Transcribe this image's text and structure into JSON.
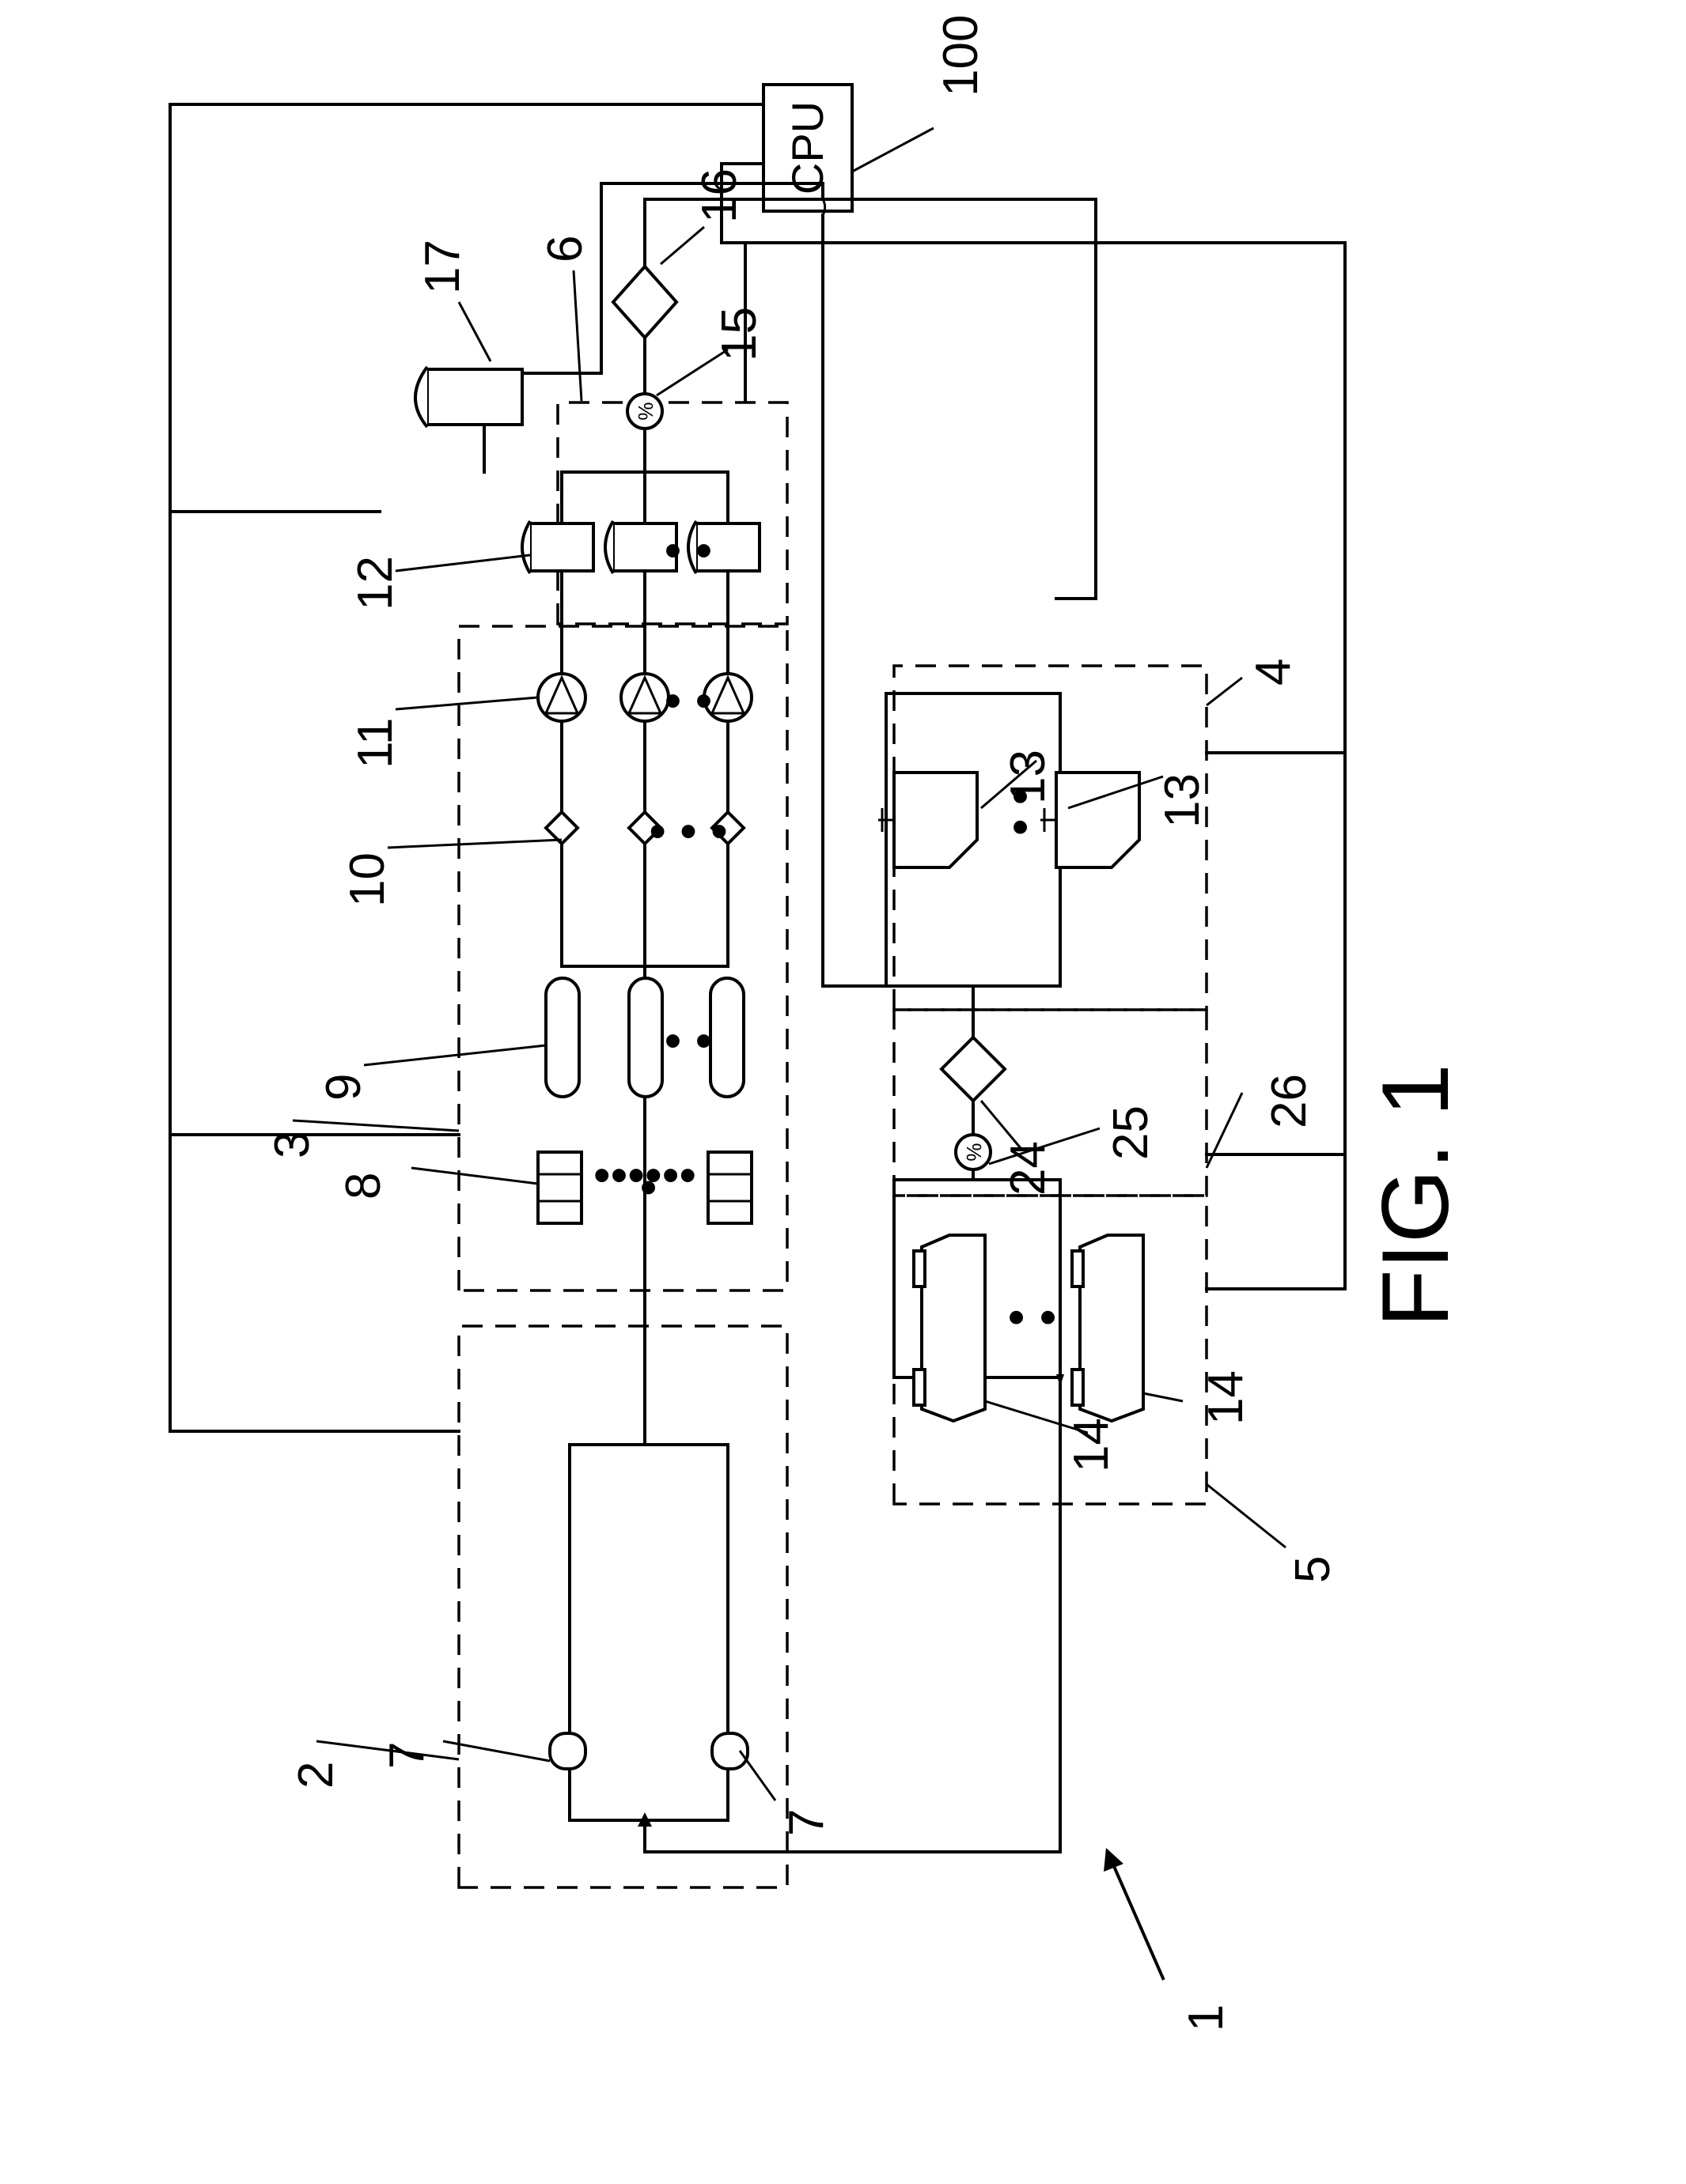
{
  "figure": {
    "title": "FIG. 1",
    "system_ref": "1"
  },
  "cpu": {
    "text": "CPU",
    "ref": "100"
  },
  "refs": {
    "module_2": "2",
    "module_3": "3",
    "module_4": "4",
    "module_5": "5",
    "module_6": "6",
    "module_26": "26",
    "tank_7a": "7",
    "tank_7b": "7",
    "unit_8": "8",
    "vessel_9": "9",
    "filter_10": "10",
    "pump_11": "11",
    "unit_12": "12",
    "unit_13a": "13",
    "unit_13b": "13",
    "unit_14a": "14",
    "unit_14b": "14",
    "meter_15": "15",
    "valve_16": "16",
    "unit_17": "17",
    "valve_24": "24",
    "meter_25": "25"
  },
  "meter_symbol": "%",
  "ellipsis": "• • •"
}
